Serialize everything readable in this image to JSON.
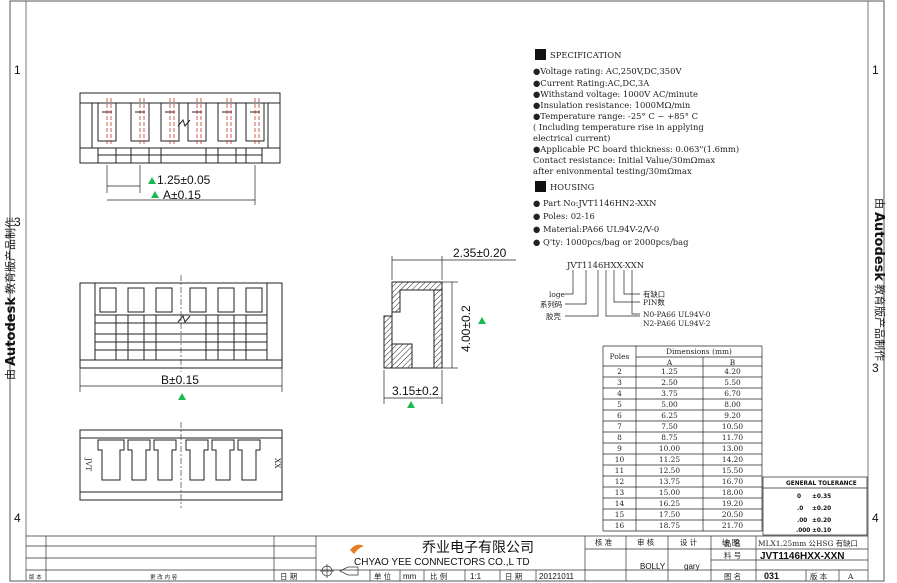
{
  "border": {
    "left_numbers": [
      "1",
      "3",
      "4"
    ],
    "right_numbers": [
      "1",
      "3",
      "4"
    ],
    "watermark_brand": "Autodesk",
    "watermark_prefix": "由",
    "watermark_suffix": "教育版产品制作"
  },
  "specification": {
    "header": "SPECIFICATION",
    "lines": [
      "●Voltage rating: AC,250V,DC,350V",
      "●Current Rating:AC,DC,3A",
      "●Withstand voltage: 1000V AC/minute",
      "●Insulation resistance: 1000MΩ/min",
      "●Temperature range: -25° C ~ +85° C",
      "  ( Including temperature rise in applying",
      "  electrical current)",
      "●Applicable PC board thickness: 0.063\"(1.6mm)",
      "  Contact resistance: Initial Value/30mΩmax",
      "  after enivonmental testing/30mΩmax"
    ]
  },
  "housing": {
    "header": "HOUSING",
    "lines": [
      "● Part No:JVT1146HN2-XXN",
      "● Poles: 02-16",
      "● Material:PA66 UL94V-2/V-0",
      "● Q'ty: 1000pcs/bag or 2000pcs/bag"
    ]
  },
  "part_code": {
    "code": "JVT1146HXX-XXN",
    "left_labels": [
      "loge",
      "系列码",
      "胶壳"
    ],
    "right_labels": [
      "有缺口",
      "PIN数",
      "N0-PA66 UL94V-0",
      "N2-PA66 UL94V-2"
    ]
  },
  "dimensions": {
    "top_pitch": "1.25±0.05",
    "top_a": "A±0.15",
    "front_b": "B±0.15",
    "side_width": "2.35±0.20",
    "side_height": "4.00±0.2",
    "side_base": "3.15±0.2",
    "bottom_text_left": "JVT",
    "bottom_text_right": "XX"
  },
  "table": {
    "col_poles": "Poles",
    "col_dim": "Dimensions (mm)",
    "col_a": "A",
    "col_b": "B",
    "rows": [
      [
        "2",
        "1.25",
        "4.20"
      ],
      [
        "3",
        "2.50",
        "5.50"
      ],
      [
        "4",
        "3.75",
        "6.70"
      ],
      [
        "5",
        "5.00",
        "8.00"
      ],
      [
        "6",
        "6.25",
        "9.20"
      ],
      [
        "7",
        "7.50",
        "10.50"
      ],
      [
        "8",
        "8.75",
        "11.70"
      ],
      [
        "9",
        "10.00",
        "13.00"
      ],
      [
        "10",
        "11.25",
        "14.20"
      ],
      [
        "11",
        "12.50",
        "15.50"
      ],
      [
        "12",
        "13.75",
        "16.70"
      ],
      [
        "13",
        "15.00",
        "18.00"
      ],
      [
        "14",
        "16.25",
        "19.20"
      ],
      [
        "15",
        "17.50",
        "20.50"
      ],
      [
        "16",
        "18.75",
        "21.70"
      ]
    ]
  },
  "tolerance": {
    "title": "GENERAL TOLERANCE",
    "rows": [
      [
        "0",
        "±0.35"
      ],
      [
        ".0",
        "±0.20"
      ],
      [
        ".00",
        "±0.20"
      ],
      [
        ".000",
        "±0.10"
      ]
    ]
  },
  "title_block": {
    "company_cn": "乔业电子有限公司",
    "company_en": "CHYAO YEE CONNECTORS CO.,L TD",
    "label_design": "核 准",
    "label_check": "审 核",
    "label_draw": "设 计",
    "label_drafter": "绘 图",
    "designer": "BOLLY",
    "drafter": "gary",
    "label_name": "品 名",
    "product_name": "MLX1.25mm 公HSG 有缺口",
    "label_partno": "料 号",
    "part_no": "JVT1146HXX-XXN",
    "label_drawno": "图 名",
    "drawing_no": "031",
    "label_version": "版 本",
    "version": "A",
    "label_unit": "单 位",
    "unit": "mm",
    "label_scale": "比 例",
    "scale": "1:1",
    "label_date": "日 期",
    "date": "20121011",
    "label_date2": "日 期",
    "label_rev": "版 本",
    "label_content": "更 改 内 容"
  }
}
